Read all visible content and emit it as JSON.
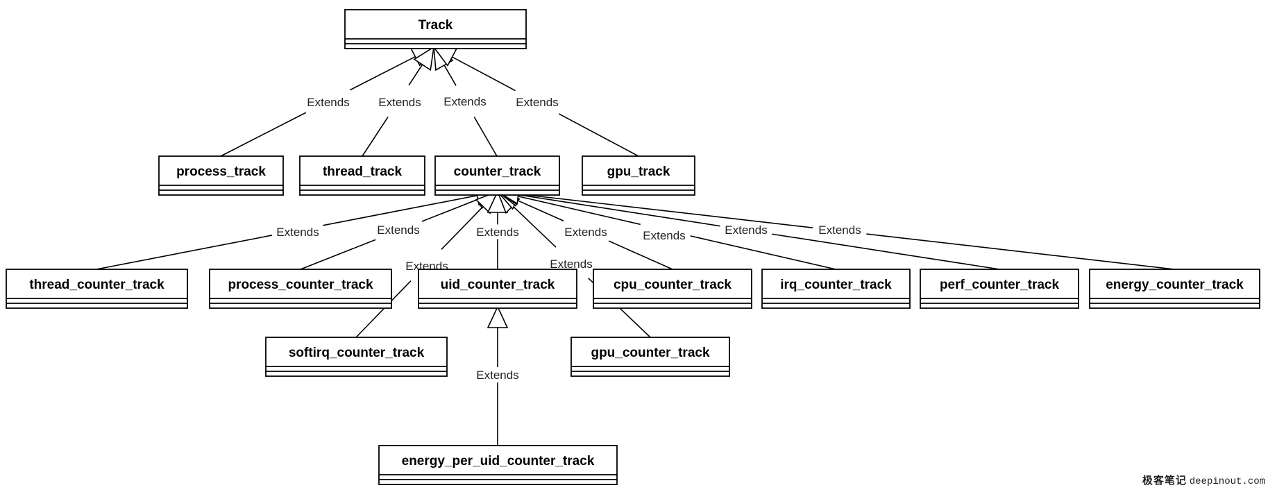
{
  "diagram": {
    "type": "uml-class-inheritance",
    "edge_label": "Extends",
    "line_color": "#000000",
    "label_color": "#222222",
    "classes": [
      {
        "id": "Track",
        "name": "Track"
      },
      {
        "id": "process_track",
        "name": "process_track"
      },
      {
        "id": "thread_track",
        "name": "thread_track"
      },
      {
        "id": "counter_track",
        "name": "counter_track"
      },
      {
        "id": "gpu_track",
        "name": "gpu_track"
      },
      {
        "id": "thread_counter_track",
        "name": "thread_counter_track"
      },
      {
        "id": "process_counter_track",
        "name": "process_counter_track"
      },
      {
        "id": "uid_counter_track",
        "name": "uid_counter_track"
      },
      {
        "id": "cpu_counter_track",
        "name": "cpu_counter_track"
      },
      {
        "id": "irq_counter_track",
        "name": "irq_counter_track"
      },
      {
        "id": "perf_counter_track",
        "name": "perf_counter_track"
      },
      {
        "id": "energy_counter_track",
        "name": "energy_counter_track"
      },
      {
        "id": "softirq_counter_track",
        "name": "softirq_counter_track"
      },
      {
        "id": "gpu_counter_track",
        "name": "gpu_counter_track"
      },
      {
        "id": "energy_per_uid_counter_track",
        "name": "energy_per_uid_counter_track"
      }
    ],
    "edges": [
      {
        "child": "process_track",
        "parent": "Track",
        "label": "Extends"
      },
      {
        "child": "thread_track",
        "parent": "Track",
        "label": "Extends"
      },
      {
        "child": "counter_track",
        "parent": "Track",
        "label": "Extends"
      },
      {
        "child": "gpu_track",
        "parent": "Track",
        "label": "Extends"
      },
      {
        "child": "thread_counter_track",
        "parent": "counter_track",
        "label": "Extends"
      },
      {
        "child": "process_counter_track",
        "parent": "counter_track",
        "label": "Extends"
      },
      {
        "child": "softirq_counter_track",
        "parent": "counter_track",
        "label": "Extends"
      },
      {
        "child": "uid_counter_track",
        "parent": "counter_track",
        "label": "Extends"
      },
      {
        "child": "gpu_counter_track",
        "parent": "counter_track",
        "label": "Extends"
      },
      {
        "child": "cpu_counter_track",
        "parent": "counter_track",
        "label": "Extends"
      },
      {
        "child": "irq_counter_track",
        "parent": "counter_track",
        "label": "Extends"
      },
      {
        "child": "perf_counter_track",
        "parent": "counter_track",
        "label": "Extends"
      },
      {
        "child": "energy_counter_track",
        "parent": "counter_track",
        "label": "Extends"
      },
      {
        "child": "energy_per_uid_counter_track",
        "parent": "uid_counter_track",
        "label": "Extends"
      }
    ]
  },
  "watermark": {
    "cn": "极客笔记",
    "en": "deepinout.com"
  }
}
